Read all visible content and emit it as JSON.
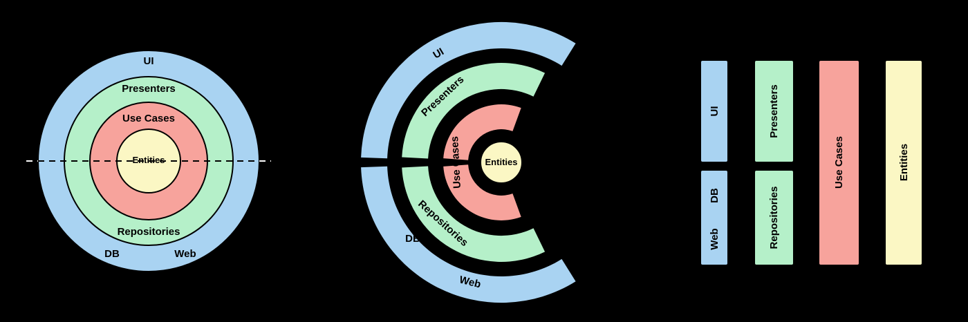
{
  "diagram": {
    "labels": {
      "ui": "UI",
      "presenters": "Presenters",
      "use_cases": "Use Cases",
      "entities": "Entities",
      "repositories": "Repositories",
      "db": "DB",
      "web": "Web"
    },
    "colors": {
      "background": "#000000",
      "ui_layer": "#A9D3F2",
      "presenters_layer": "#B5F0C9",
      "use_cases_layer": "#F7A39C",
      "entities_layer": "#FBF7C4",
      "outline": "#000000",
      "label_text": "#000000",
      "dash_outer": "#FFFFFF"
    }
  }
}
